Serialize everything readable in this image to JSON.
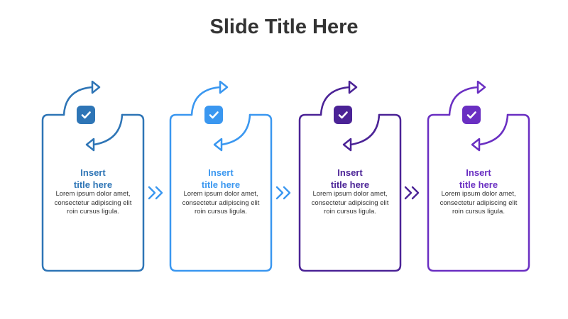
{
  "slide": {
    "title": "Slide Title Here"
  },
  "steps": [
    {
      "title_line1": "Insert",
      "title_line2": "title here",
      "body": "Lorem ipsum dolor amet, consectetur adipiscing elit roin cursus ligula.",
      "color": "#2E75B6",
      "icon": "check-icon"
    },
    {
      "title_line1": "Insert",
      "title_line2": "title here",
      "body": "Lorem ipsum dolor amet, consectetur adipiscing elit roin cursus ligula.",
      "color": "#3A97F0",
      "icon": "check-icon"
    },
    {
      "title_line1": "Insert",
      "title_line2": "title here",
      "body": "Lorem ipsum dolor amet, consectetur adipiscing elit roin cursus ligula.",
      "color": "#4B2396",
      "icon": "check-icon"
    },
    {
      "title_line1": "Insert",
      "title_line2": "title here",
      "body": "Lorem ipsum dolor amet, consectetur adipiscing elit roin cursus ligula.",
      "color": "#6A2FC2",
      "icon": "check-icon"
    }
  ],
  "connectors": [
    {
      "color": "#3A97F0",
      "icon": "double-chevron-right-icon"
    },
    {
      "color": "#3A97F0",
      "icon": "double-chevron-right-icon"
    },
    {
      "color": "#4B2396",
      "icon": "double-chevron-right-icon"
    }
  ]
}
